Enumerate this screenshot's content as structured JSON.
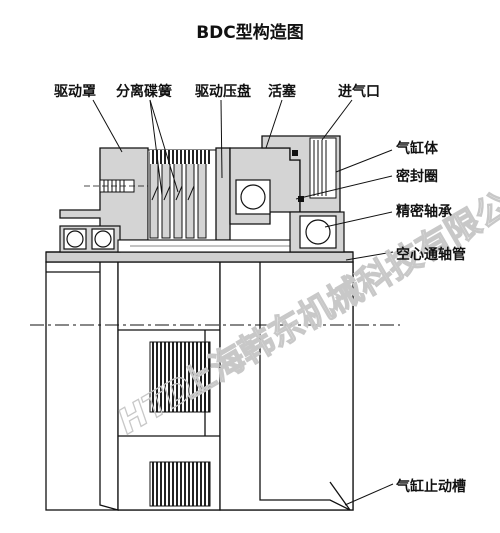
{
  "title": "BDC型构造图",
  "labels": {
    "drive_cover": "驱动罩",
    "separation_disc_spring": "分离碟簧",
    "drive_pressure_plate": "驱动压盘",
    "piston": "活塞",
    "air_inlet": "进气口",
    "cylinder_body": "气缸体",
    "sealing_ring": "密封圈",
    "precision_bearing": "精密轴承",
    "hollow_shaft_tube": "空心通轴管",
    "cylinder_stop_groove": "气缸止动槽"
  },
  "watermark": {
    "logo": "HTD",
    "company": "上海韩东机械科技有限公司"
  },
  "colors": {
    "part_fill": "#d6d6d6",
    "outline": "#111111",
    "background": "#ffffff",
    "watermark": "#c8c8c8"
  }
}
